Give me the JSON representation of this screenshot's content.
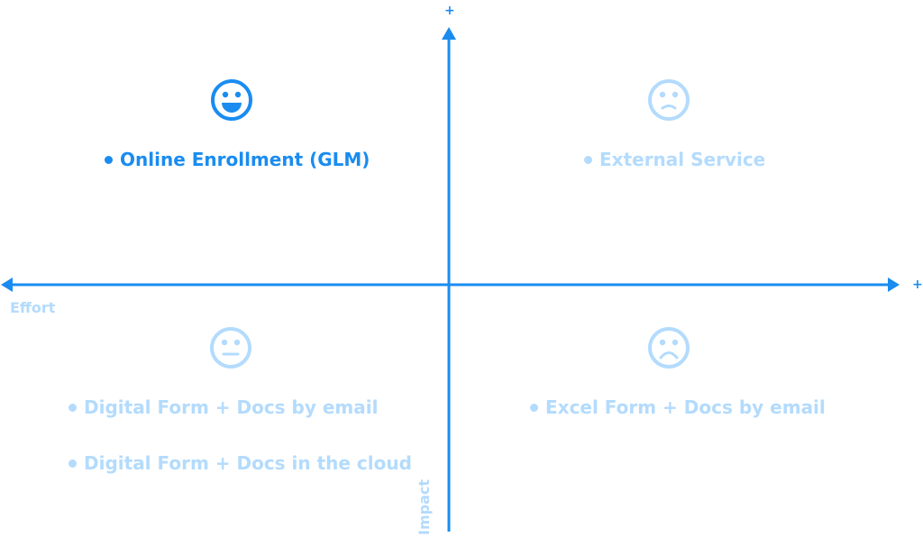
{
  "axes": {
    "x_label": "Effort",
    "y_label": "Impact",
    "x_plus": "+",
    "y_plus": "+"
  },
  "colors": {
    "accent": "#1a8cf0",
    "faded": "#b3dbfd"
  },
  "quadrants": {
    "top_left": {
      "face": "happy-face-icon",
      "items": [
        {
          "label": "Online Enrollment (GLM)",
          "state": "active"
        }
      ]
    },
    "top_right": {
      "face": "slightly-sad-face-icon",
      "items": [
        {
          "label": "External Service",
          "state": "faded"
        }
      ]
    },
    "bottom_left": {
      "face": "neutral-face-icon",
      "items": [
        {
          "label": "Digital Form + Docs by email",
          "state": "faded"
        },
        {
          "label": "Digital Form + Docs in the cloud",
          "state": "faded"
        }
      ]
    },
    "bottom_right": {
      "face": "sad-face-icon",
      "items": [
        {
          "label": "Excel Form + Docs by email",
          "state": "faded"
        }
      ]
    }
  }
}
